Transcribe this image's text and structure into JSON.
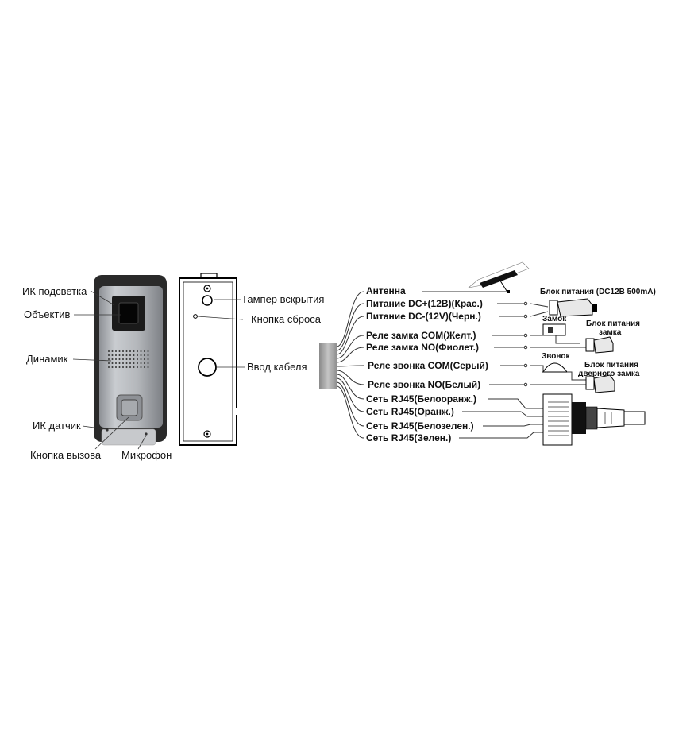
{
  "front_panel": {
    "labels": {
      "ir_light": "ИК подсветка",
      "lens": "Объектив",
      "speaker": "Динамик",
      "ir_sensor": "ИК датчик",
      "call_button": "Кнопка вызова",
      "microphone": "Микрофон"
    }
  },
  "back_panel": {
    "labels": {
      "tamper": "Тампер вскрытия",
      "reset": "Кнопка сброса",
      "cable_entry": "Ввод кабеля"
    }
  },
  "wiring": {
    "wires": [
      "Антенна",
      "Питание DC+(12В)(Крас.)",
      "Питание DC-(12V)(Черн.)",
      "Реле замка COM(Желт.)",
      "Реле замка NO(Фиолет.)",
      "Реле звонка COM(Серый)",
      "Реле звонка NO(Белый)",
      "Сеть RJ45(Белооранж.)",
      "Сеть RJ45(Оранж.)",
      "Сеть RJ45(Белозелен.)",
      "Сеть RJ45(Зелен.)"
    ],
    "components": {
      "power_supply": "Блок питания (DC12В 500mA)",
      "lock": "Замок",
      "lock_power_1": "Блок питания",
      "lock_power_2": "замка",
      "bell": "Звонок",
      "bell_power_1": "Блок питания",
      "bell_power_2": "дверного замка"
    }
  },
  "colors": {
    "panel_silver": "#b9bcc0",
    "panel_frame": "#2a2a2a",
    "lens_dark": "#1a1a1a",
    "cable_gray": "#a8a8a8"
  }
}
